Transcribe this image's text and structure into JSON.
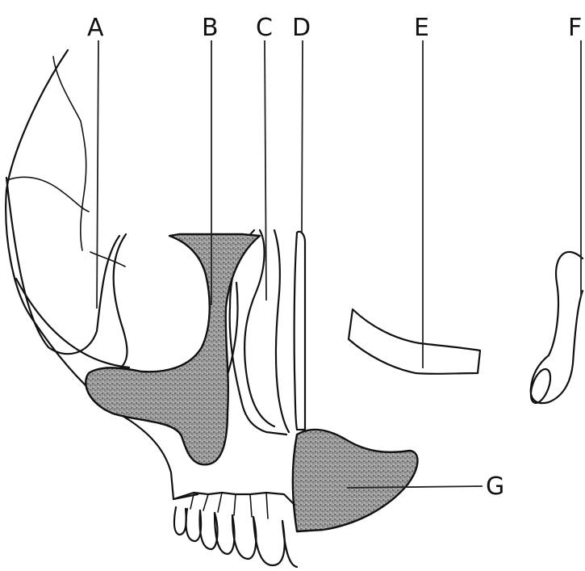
{
  "labels": {
    "A": "A",
    "B": "B",
    "C": "C",
    "D": "D",
    "E": "E",
    "F": "F",
    "G": "G"
  },
  "colors": {
    "line": "#111111",
    "shading": "#8a8a8a",
    "background": "#ffffff"
  }
}
